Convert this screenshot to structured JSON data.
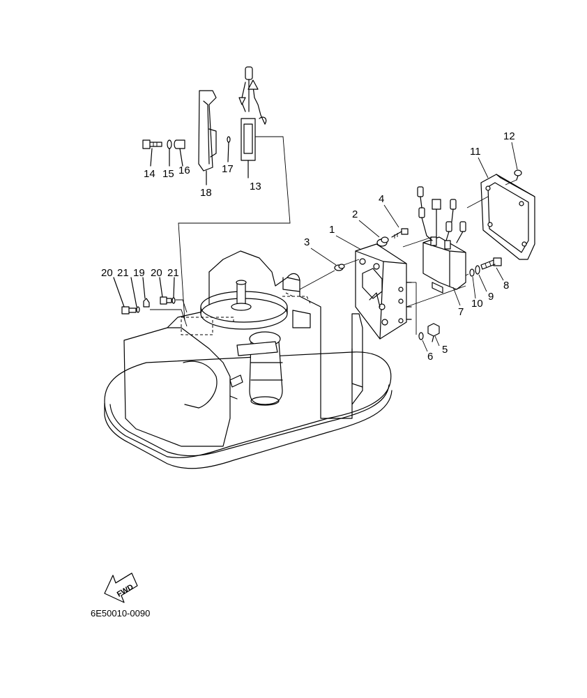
{
  "diagram": {
    "part_numbers": [
      "1",
      "2",
      "3",
      "4",
      "5",
      "6",
      "7",
      "8",
      "9",
      "10",
      "11",
      "12",
      "13",
      "14",
      "15",
      "16",
      "17",
      "18",
      "19",
      "20",
      "21"
    ],
    "labels": {
      "p1": "1",
      "p2": "2",
      "p3": "3",
      "p4": "4",
      "p5": "5",
      "p6": "6",
      "p7": "7",
      "p8": "8",
      "p9": "9",
      "p10": "10",
      "p11": "11",
      "p12": "12",
      "p13": "13",
      "p14": "14",
      "p15": "15",
      "p16": "16",
      "p17": "17",
      "p18": "18",
      "p19": "19",
      "p20a": "20",
      "p21a": "21",
      "p20b": "20",
      "p21b": "21"
    },
    "fwd_label": "FWD",
    "figure_code": "6E50010-0090"
  }
}
